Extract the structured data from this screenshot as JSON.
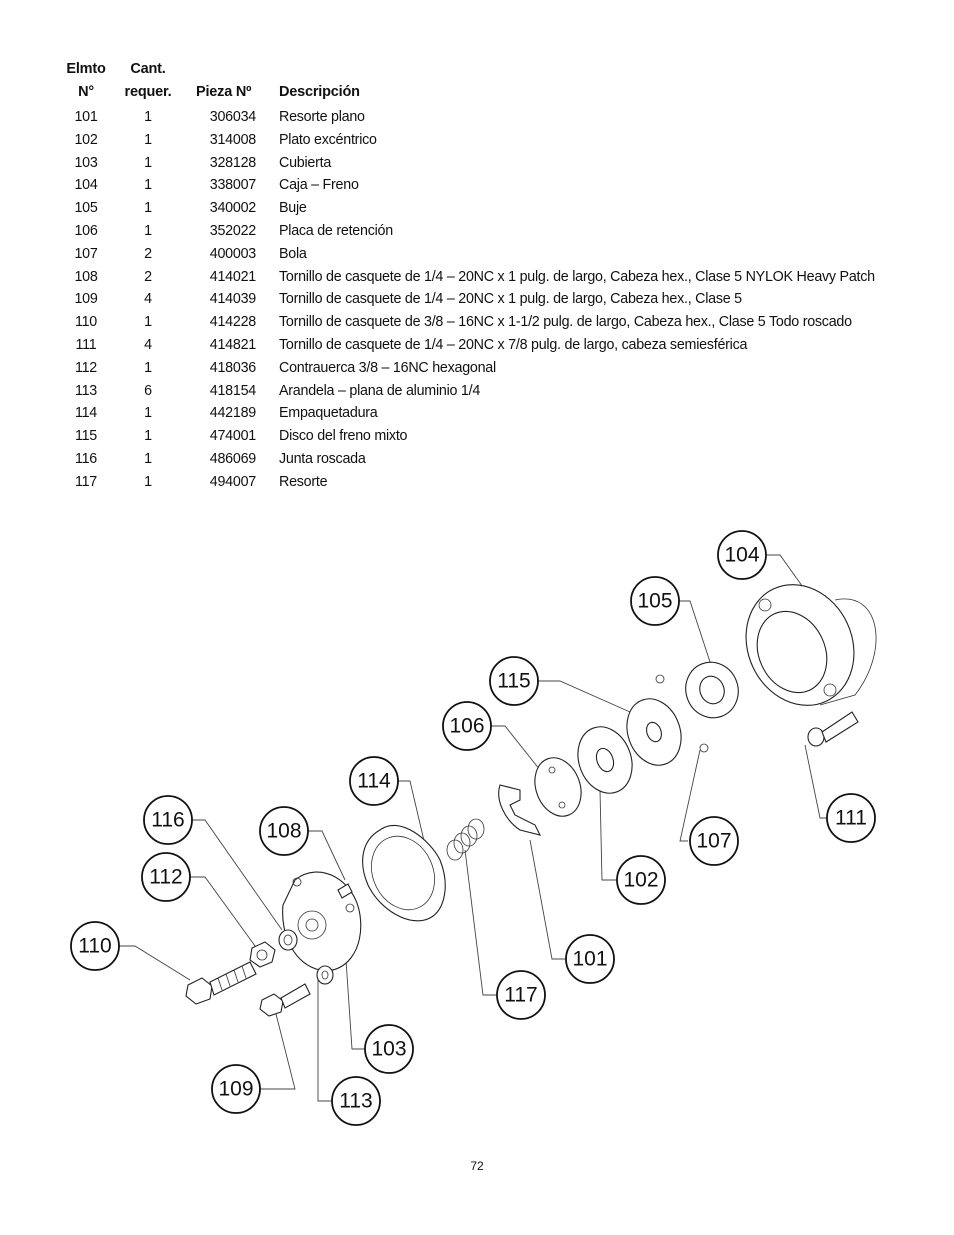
{
  "table": {
    "headers": {
      "item_line1": "Elmto",
      "item_line2": "N°",
      "qty_line1": "Cant.",
      "qty_line2": "requer.",
      "part": "Pieza Nº",
      "description": "Descripción"
    },
    "rows": [
      {
        "item": "101",
        "qty": "1",
        "part": "306034",
        "desc": "Resorte plano"
      },
      {
        "item": "102",
        "qty": "1",
        "part": "314008",
        "desc": "Plato excéntrico"
      },
      {
        "item": "103",
        "qty": "1",
        "part": "328128",
        "desc": "Cubierta"
      },
      {
        "item": "104",
        "qty": "1",
        "part": "338007",
        "desc": "Caja – Freno"
      },
      {
        "item": "105",
        "qty": "1",
        "part": "340002",
        "desc": "Buje"
      },
      {
        "item": "106",
        "qty": "1",
        "part": "352022",
        "desc": "Placa de retención"
      },
      {
        "item": "107",
        "qty": "2",
        "part": "400003",
        "desc": "Bola"
      },
      {
        "item": "108",
        "qty": "2",
        "part": "414021",
        "desc": "Tornillo de casquete de 1/4 – 20NC x 1 pulg. de largo, Cabeza hex., Clase 5 NYLOK Heavy Patch"
      },
      {
        "item": "109",
        "qty": "4",
        "part": "414039",
        "desc": "Tornillo de casquete de 1/4 – 20NC x 1 pulg. de largo, Cabeza hex., Clase 5"
      },
      {
        "item": "110",
        "qty": "1",
        "part": "414228",
        "desc": "Tornillo de casquete de 3/8 – 16NC x 1-1/2 pulg. de largo, Cabeza hex., Clase 5 Todo roscado"
      },
      {
        "item": "111",
        "qty": "4",
        "part": "414821",
        "desc": "Tornillo de casquete de 1/4 – 20NC x 7/8 pulg. de largo, cabeza semiesférica"
      },
      {
        "item": "112",
        "qty": "1",
        "part": "418036",
        "desc": "Contrauerca 3/8 – 16NC hexagonal"
      },
      {
        "item": "113",
        "qty": "6",
        "part": "418154",
        "desc": "Arandela – plana de aluminio 1/4"
      },
      {
        "item": "114",
        "qty": "1",
        "part": "442189",
        "desc": "Empaquetadura"
      },
      {
        "item": "115",
        "qty": "1",
        "part": "474001",
        "desc": "Disco del freno mixto"
      },
      {
        "item": "116",
        "qty": "1",
        "part": "486069",
        "desc": "Junta roscada"
      },
      {
        "item": "117",
        "qty": "1",
        "part": "494007",
        "desc": "Resorte"
      }
    ]
  },
  "diagram": {
    "callouts": {
      "c101": "101",
      "c102": "102",
      "c103": "103",
      "c104": "104",
      "c105": "105",
      "c106": "106",
      "c107": "107",
      "c108": "108",
      "c109": "109",
      "c110": "110",
      "c111": "111",
      "c112": "112",
      "c113": "113",
      "c114": "114",
      "c115": "115",
      "c116": "116",
      "c117": "117"
    }
  },
  "page_number": "72"
}
